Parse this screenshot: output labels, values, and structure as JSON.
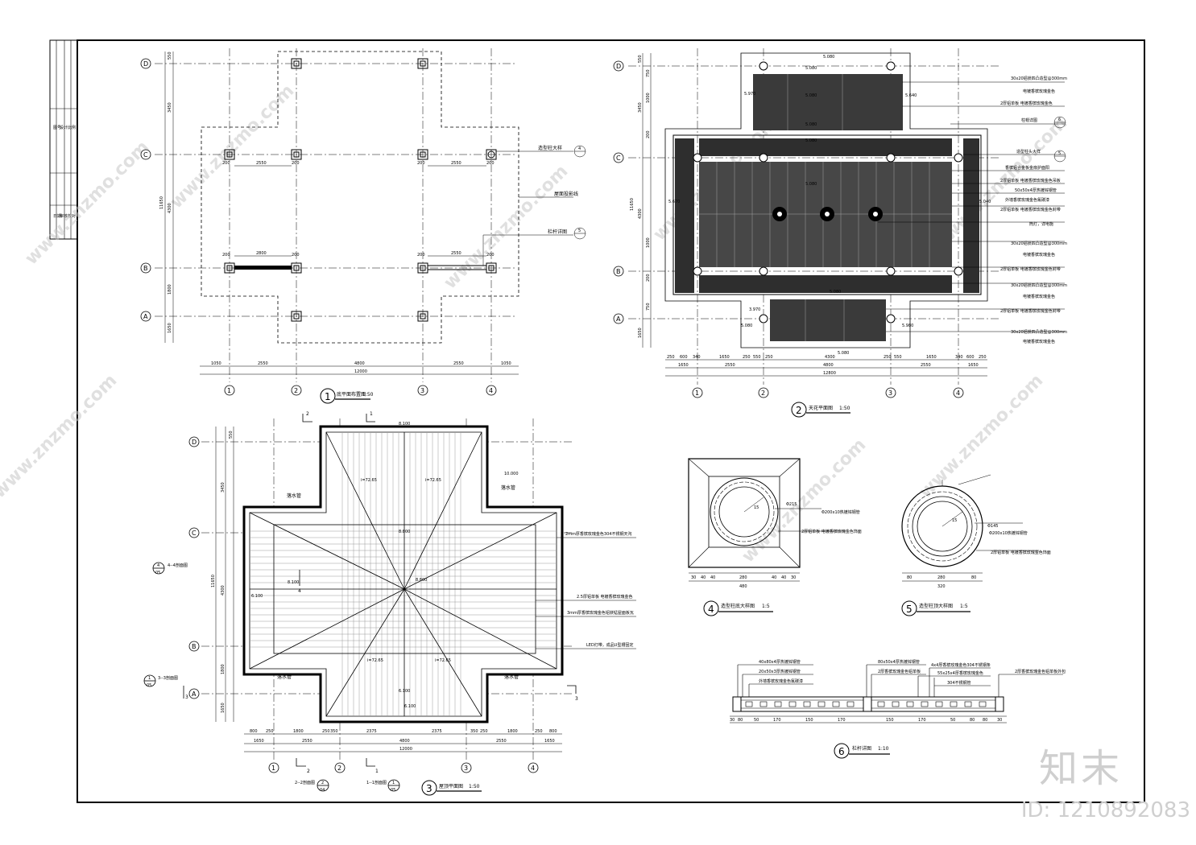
{
  "watermark": {
    "site": "www.znzmo.com",
    "brand": "知末",
    "id_label": "ID: 1210892083"
  },
  "axes": {
    "rows": [
      "D",
      "C",
      "B",
      "A"
    ],
    "cols": [
      "1",
      "2",
      "3",
      "4"
    ]
  },
  "plan1": {
    "num": "1",
    "title": "底平面布置图",
    "scale": "1:50",
    "notes": {
      "column": "造型柱大样",
      "outline": "屋面投影线",
      "rail": "栏杆详图"
    },
    "refs": {
      "column": "4",
      "rail": "5"
    },
    "dims_bottom": [
      "1050",
      "2550",
      "4800",
      "2550",
      "1050"
    ],
    "total": "12000",
    "side_dims": [
      "550",
      "3450",
      "4300",
      "1800",
      "1650"
    ],
    "side_total": "11650",
    "spans": [
      "2550",
      "2550",
      "2800",
      "2550"
    ],
    "small": [
      "200",
      "200",
      "200",
      "200",
      "200",
      "200",
      "200",
      "200"
    ]
  },
  "plan2": {
    "num": "2",
    "title": "天花平面图",
    "scale": "1:50",
    "notes": [
      "30x20铝镁四凸造型@300mm",
      "电镀香槟玫瑰金色",
      "2厚铝单板 电镀香槟玫瑰金色",
      "柱帽详图",
      "造型柱头大样",
      "香槟铝合金板金扇护面阳",
      "2厚铝单板 电镀香槟玫瑰金色吊板",
      "50x50x4厚热镀锌钢管",
      "外墙香槟玫瑰金色氟碳漆",
      "2厚铝单板 电镀香槟玫瑰金色封带",
      "筒灯，详电施",
      "30x20铝镁四凸造型@300mm",
      "电镀香槟玫瑰金色",
      "2厚铝单板 电镀香槟玫瑰金色封带",
      "30x20铝镁四凸造型@300mm",
      "电镀香槟玫瑰金色",
      "2厚铝单板 电镀香槟玫瑰金色封带",
      "30x20铝镁四凸造型@300mm",
      "电镀香槟玫瑰金色"
    ],
    "refs": [
      "6",
      "5"
    ],
    "levels": [
      "5.080",
      "5.080",
      "5.970",
      "5.080",
      "5.640",
      "5.080",
      "5.080",
      "5.670",
      "5.080",
      "5.040",
      "5.080",
      "3.970",
      "5.080",
      "5.980",
      "5.080"
    ],
    "dims_bottom": [
      "250",
      "600",
      "340",
      "1650",
      "250",
      "550",
      "250",
      "4300",
      "250",
      "550",
      "1650",
      "340",
      "600",
      "250"
    ],
    "dims_mid": [
      "1650",
      "2550",
      "4800",
      "2550",
      "1650"
    ],
    "total": "12800",
    "side_dims": [
      "550",
      "750",
      "1000",
      "3450",
      "200",
      "4300",
      "200",
      "1000",
      "750",
      "1650"
    ],
    "side_total": "11650"
  },
  "plan3": {
    "num": "3",
    "title": "屋顶平面图",
    "scale": "1:50",
    "sections": [
      {
        "n": "4",
        "sheet": "05",
        "label": "4--4剖面图"
      },
      {
        "n": "1",
        "sheet": "05",
        "label": "3--3剖面图"
      },
      {
        "n": "2",
        "sheet": "04",
        "label": "2--2剖面图"
      },
      {
        "n": "1",
        "sheet": "05",
        "label": "1--1剖面图"
      }
    ],
    "cut_marks": [
      "2",
      "1",
      "4",
      "3",
      "3",
      "2",
      "1"
    ],
    "notes": [
      "2mm厚香槟玫瑰金色304不锈钢天沟",
      "2.5厚铝单板 电镀香槟玫瑰金色",
      "3mm厚香槟玫瑰金色铝镁锰屋面板瓦",
      "LED灯带，成品U型槽固定"
    ],
    "drain": [
      "落水管",
      "落水管",
      "落水管",
      "落水管"
    ],
    "slopes": [
      "i=72.65",
      "i=72.65",
      "i=72.65",
      "i=72.65"
    ],
    "levels": [
      "8.100",
      "10.000",
      "8.800",
      "8.800",
      "8.100",
      "6.100",
      "6.100",
      "6.100"
    ],
    "dims_top": [
      "800",
      "250",
      "1800",
      "250",
      "350",
      "2375",
      "2375",
      "350",
      "250",
      "1800",
      "250",
      "800"
    ],
    "dims_mid": [
      "1650",
      "2550",
      "4800",
      "2550",
      "1650"
    ],
    "total": "12000",
    "side_dims": [
      "550",
      "3450",
      "4300",
      "1800",
      "1650"
    ],
    "side_total": "11650"
  },
  "detail4": {
    "num": "4",
    "title": "造型柱底大样图",
    "scale": "1:5",
    "notes": [
      "Φ200x10热镀锌钢管",
      "2厚铝单板 电镀香槟玫瑰金色饰面"
    ],
    "dims": [
      "30",
      "40",
      "40",
      "280",
      "40",
      "40",
      "30"
    ],
    "total": "480",
    "r1": "Φ215",
    "r2": "15"
  },
  "detail5": {
    "num": "5",
    "title": "造型柱顶大样图",
    "scale": "1:5",
    "notes": [
      "Φ200x10热镀锌钢管",
      "2厚铝单板 电镀香槟玫瑰金色饰面"
    ],
    "dims": [
      "80",
      "280",
      "80"
    ],
    "total": "320",
    "r1": "Φ145",
    "r2": "15"
  },
  "detail6": {
    "num": "6",
    "title": "栏杆详图",
    "scale": "1:10",
    "notes": [
      "40x80x4厚热镀锌钢管",
      "20x50x3厚热镀锌钢管",
      "外墙香槟玫瑰金色氟碳漆",
      "80x50x4厚热镀锌钢管",
      "2厚香槟玫瑰金色铝单板",
      "4x4厚香槟玫瑰金色304不锈钢条",
      "55x25x4厚香槟玫瑰金色",
      "304不锈钢管",
      "2厚香槟玫瑰金色铝单板外包"
    ],
    "dims": [
      "30",
      "80",
      "50",
      "170",
      "150",
      "170",
      "150",
      "170",
      "50",
      "80",
      "80",
      "30"
    ]
  },
  "title_block": {
    "labels": [
      "图号",
      "设计",
      "比例",
      "日期",
      "审核",
      "校对"
    ]
  }
}
